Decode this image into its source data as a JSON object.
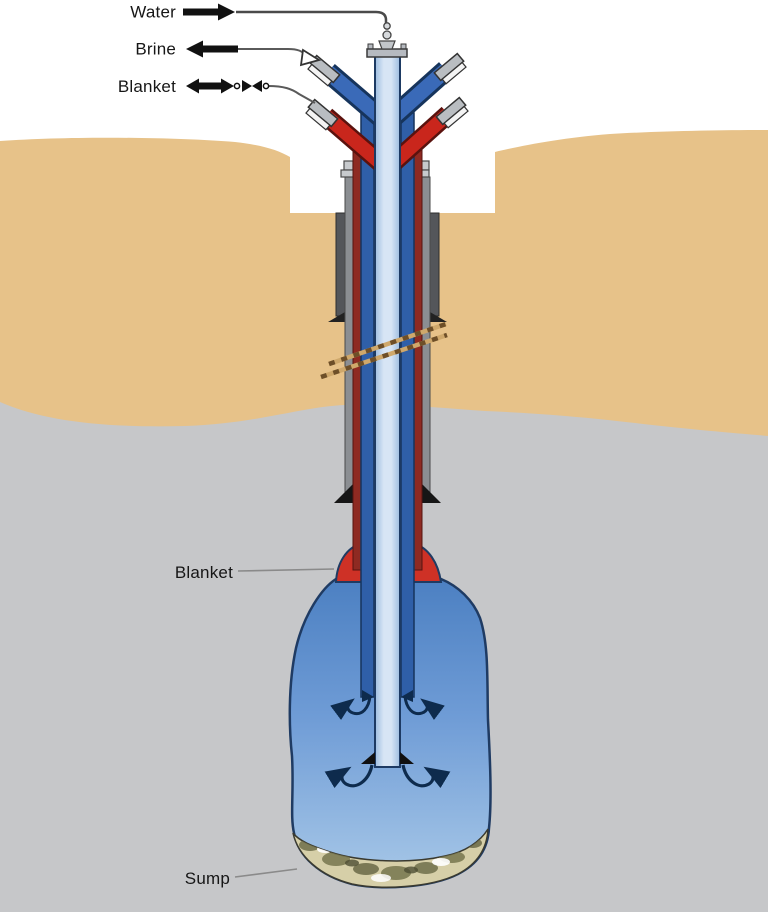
{
  "diagram": {
    "type": "solution-mining-well-cross-section",
    "labels": {
      "water": "Water",
      "brine": "Brine",
      "blanket_top": "Blanket",
      "blanket_cavern": "Blanket",
      "sump": "Sump"
    },
    "colors": {
      "soil_tan": "#e7c289",
      "rock_gray": "#c6c7c9",
      "pit_white": "#ffffff",
      "outer_casing_dark_gray": "#54565a",
      "surface_casing_gray": "#8b8e92",
      "flange_gray": "#c7cacd",
      "blanket_pipe_dark_red": "#8e2a22",
      "branch_red": "#c9261c",
      "blanket_dome_red": "#ce3126",
      "brine_pipe_dark_blue": "#2f5fa8",
      "water_tube_light_blue": "#c3d7ee",
      "cavern_blue_top": "#4c80c2",
      "cavern_blue_bottom": "#a9c9e8",
      "sump_rubble": "#d6cfa8",
      "outline_navy": "#1f3b63",
      "label_black": "#161616"
    }
  }
}
